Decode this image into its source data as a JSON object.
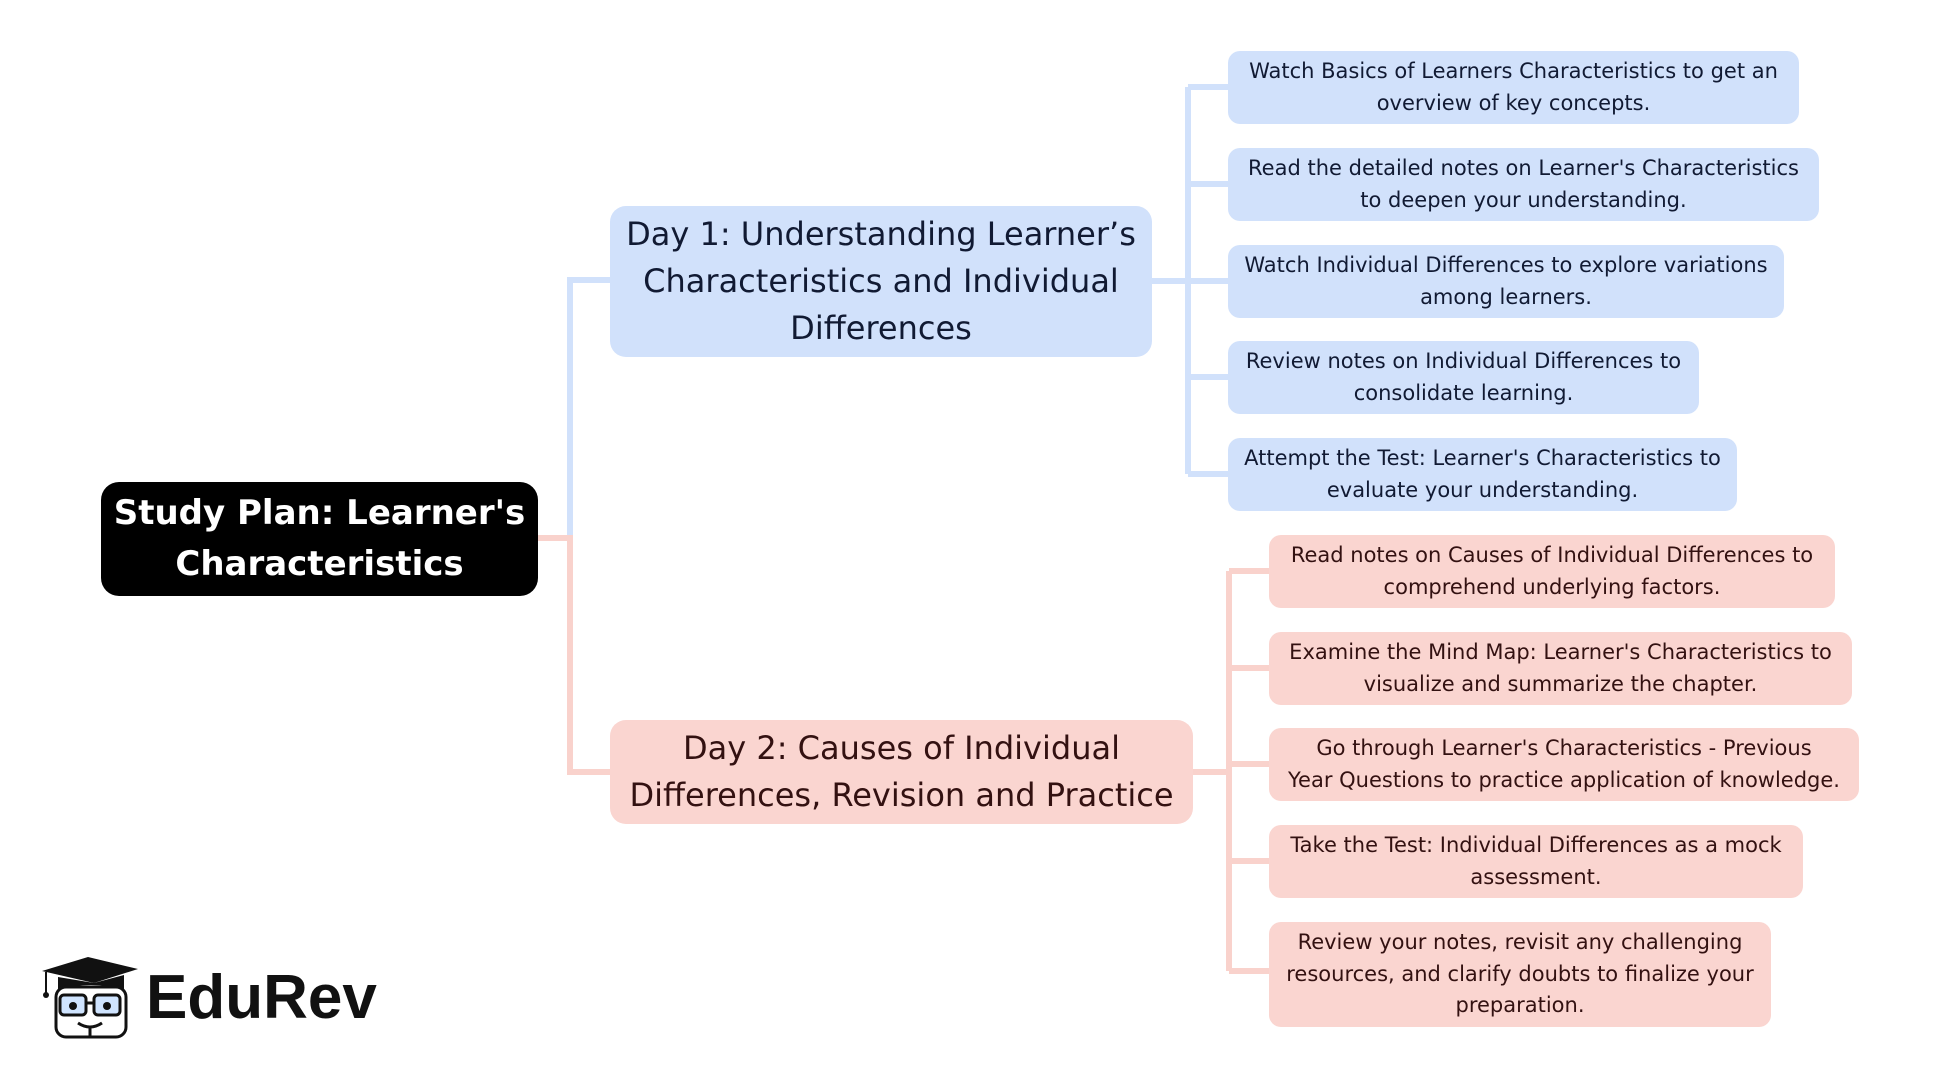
{
  "root": {
    "line1": "Study Plan: Learner's",
    "line2": "Characteristics"
  },
  "days": [
    {
      "title_lines": [
        "Day 1: Understanding Learner’s",
        "Characteristics and Individual",
        "Differences"
      ],
      "color": "#d1e1fb",
      "connector_color": "#d1e1fb",
      "tasks": [
        [
          "Watch Basics of Learners Characteristics to get an",
          "overview of key concepts."
        ],
        [
          "Read the detailed notes on Learner's Characteristics",
          "to deepen your understanding."
        ],
        [
          "Watch Individual Differences to explore variations",
          "among learners."
        ],
        [
          "Review notes on Individual Differences to",
          "consolidate learning."
        ],
        [
          "Attempt the Test: Learner's Characteristics to",
          "evaluate your understanding."
        ]
      ]
    },
    {
      "title_lines": [
        "Day 2: Causes of Individual",
        "Differences, Revision and Practice"
      ],
      "color": "#fad5d0",
      "connector_color": "#f9d2cc",
      "tasks": [
        [
          "Read notes on Causes of Individual Differences to",
          "comprehend underlying factors."
        ],
        [
          "Examine the Mind Map: Learner's Characteristics to",
          "visualize and summarize the chapter."
        ],
        [
          "Go through Learner's Characteristics - Previous",
          "Year Questions to practice application of knowledge."
        ],
        [
          "Take the Test: Individual Differences as a mock",
          "assessment."
        ],
        [
          "Review your notes, revisit any challenging",
          "resources, and clarify doubts to finalize your",
          "preparation."
        ]
      ]
    }
  ],
  "logo": {
    "text": "EduRev"
  }
}
